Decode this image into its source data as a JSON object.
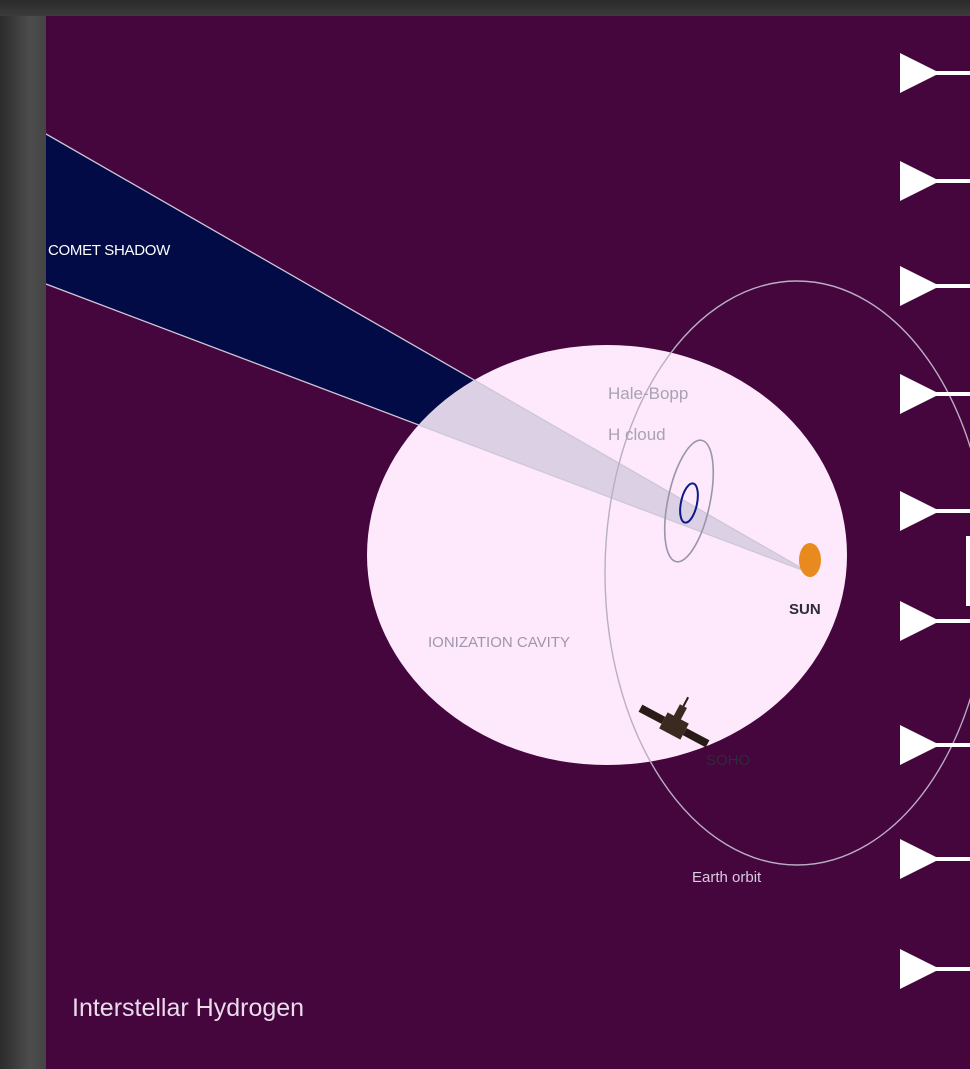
{
  "labels": {
    "comet_shadow": "COMET SHADOW",
    "hale_bopp_line1": "Hale-Bopp",
    "hale_bopp_line2": "H cloud",
    "sun": "SUN",
    "ionization_cavity": "IONIZATION CAVITY",
    "soho": "SOHO",
    "earth_orbit": "Earth orbit",
    "interstellar_hydrogen": "Interstellar Hydrogen"
  },
  "colors": {
    "background": "#45053d",
    "cavity": "#fde9fb",
    "shadow": "#020b45",
    "sun": "#e98a1f",
    "comet_ring": "#0b1a8a",
    "arrows": "#ffffff"
  },
  "icons": {
    "spacecraft": "soho-spacecraft-icon",
    "flow_arrows": "arrow-left-icon"
  }
}
